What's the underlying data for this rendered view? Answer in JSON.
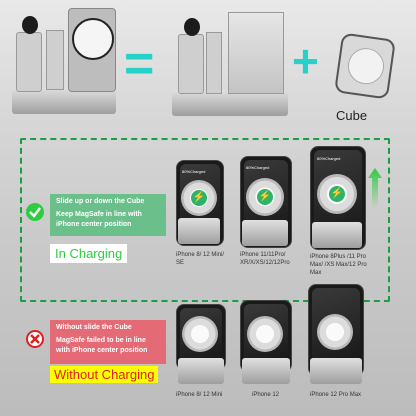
{
  "top": {
    "equals_symbol": "=",
    "plus_symbol": "+",
    "cube_label": "Cube"
  },
  "charging": {
    "bubble_line1": "Slide up or down the Cube",
    "bubble_line2": "Keep MagSafe in line with iPhone center position",
    "status_label": "In Charging",
    "phones": [
      {
        "screen_text": "80%Charged",
        "caption": "iPhone 8/ 12 Mini/ SE"
      },
      {
        "screen_text": "80%Charged",
        "caption": "iPhone 11/11Pro/ XR/X/XS/12/12Pro"
      },
      {
        "screen_text": "80%Charged",
        "caption": "iPhone 8Plus /11 Pro Max/ /XS Max/12 Pro Max"
      }
    ]
  },
  "not_charging": {
    "bubble_line1": "Without slide the Cube",
    "bubble_line2": "MagSafe failed to be in line with iPhone center position",
    "status_label": "Without Charging",
    "phones": [
      {
        "caption": "iPhone 8/ 12 Mini"
      },
      {
        "caption": "iPhone 12"
      },
      {
        "caption": "iPhone 12 Pro Max"
      }
    ]
  },
  "colors": {
    "accent_green": "#2ecc40",
    "bubble_green": "#6bbf8b",
    "bubble_red": "#e46a75",
    "status_red_text": "#e02020",
    "status_yellow_bg": "#ffff00",
    "dash_border": "#1a9d45"
  },
  "icons": {
    "charging_ok": "check-icon",
    "not_charging": "x-icon",
    "slide_direction": "up-arrow-icon",
    "phone_charging": "bolt-icon"
  }
}
